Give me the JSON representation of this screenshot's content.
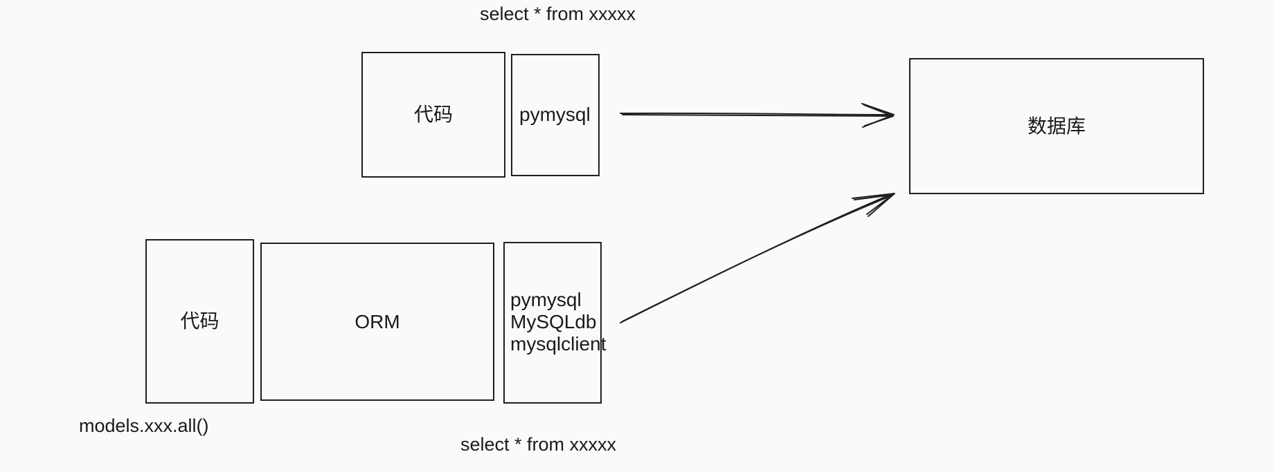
{
  "top_query": "select * from xxxxx",
  "bottom_query": "select * from xxxxx",
  "models_call": "models.xxx.all()",
  "top_flow": {
    "code_label": "代码",
    "driver_label": "pymysql"
  },
  "bottom_flow": {
    "code_label": "代码",
    "orm_label": "ORM",
    "drivers": [
      "pymysql",
      "MySQLdb",
      "mysqlclient"
    ]
  },
  "database_label": "数据库"
}
